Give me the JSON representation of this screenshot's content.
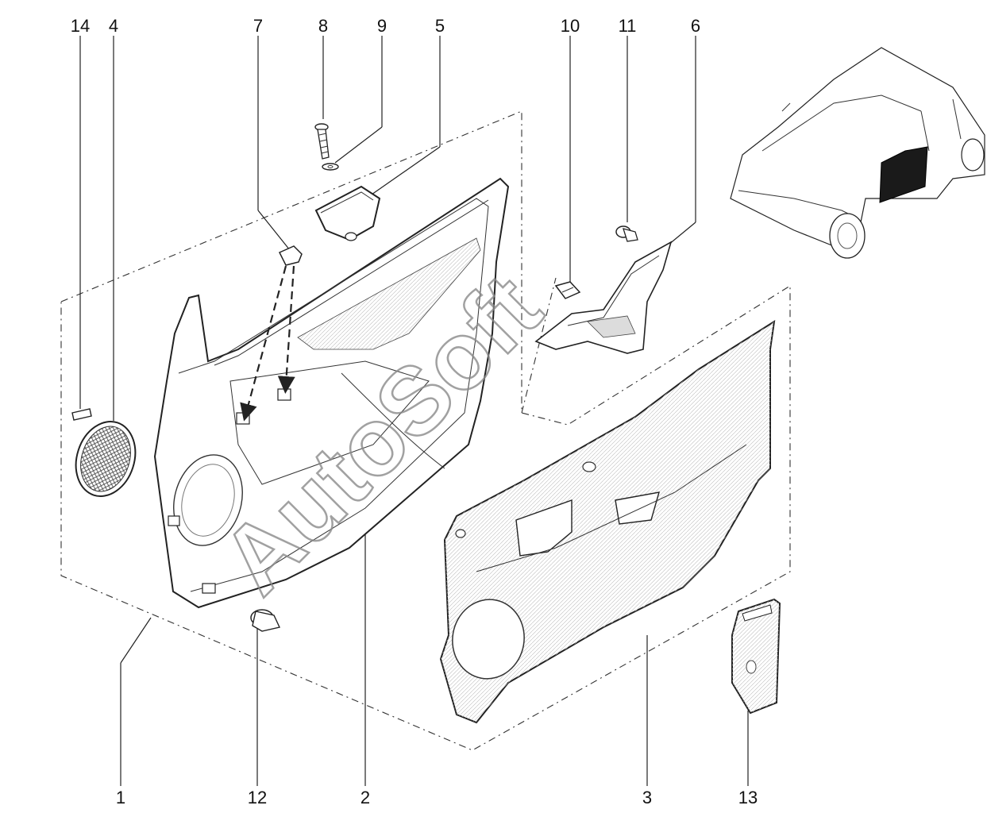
{
  "callouts": [
    {
      "id": "14",
      "label": "14"
    },
    {
      "id": "4",
      "label": "4"
    },
    {
      "id": "7",
      "label": "7"
    },
    {
      "id": "8",
      "label": "8"
    },
    {
      "id": "9",
      "label": "9"
    },
    {
      "id": "5",
      "label": "5"
    },
    {
      "id": "10",
      "label": "10"
    },
    {
      "id": "11",
      "label": "11"
    },
    {
      "id": "6",
      "label": "6"
    },
    {
      "id": "1",
      "label": "1"
    },
    {
      "id": "12",
      "label": "12"
    },
    {
      "id": "2",
      "label": "2"
    },
    {
      "id": "3",
      "label": "3"
    },
    {
      "id": "13",
      "label": "13"
    }
  ],
  "watermark": "AutoSoft"
}
